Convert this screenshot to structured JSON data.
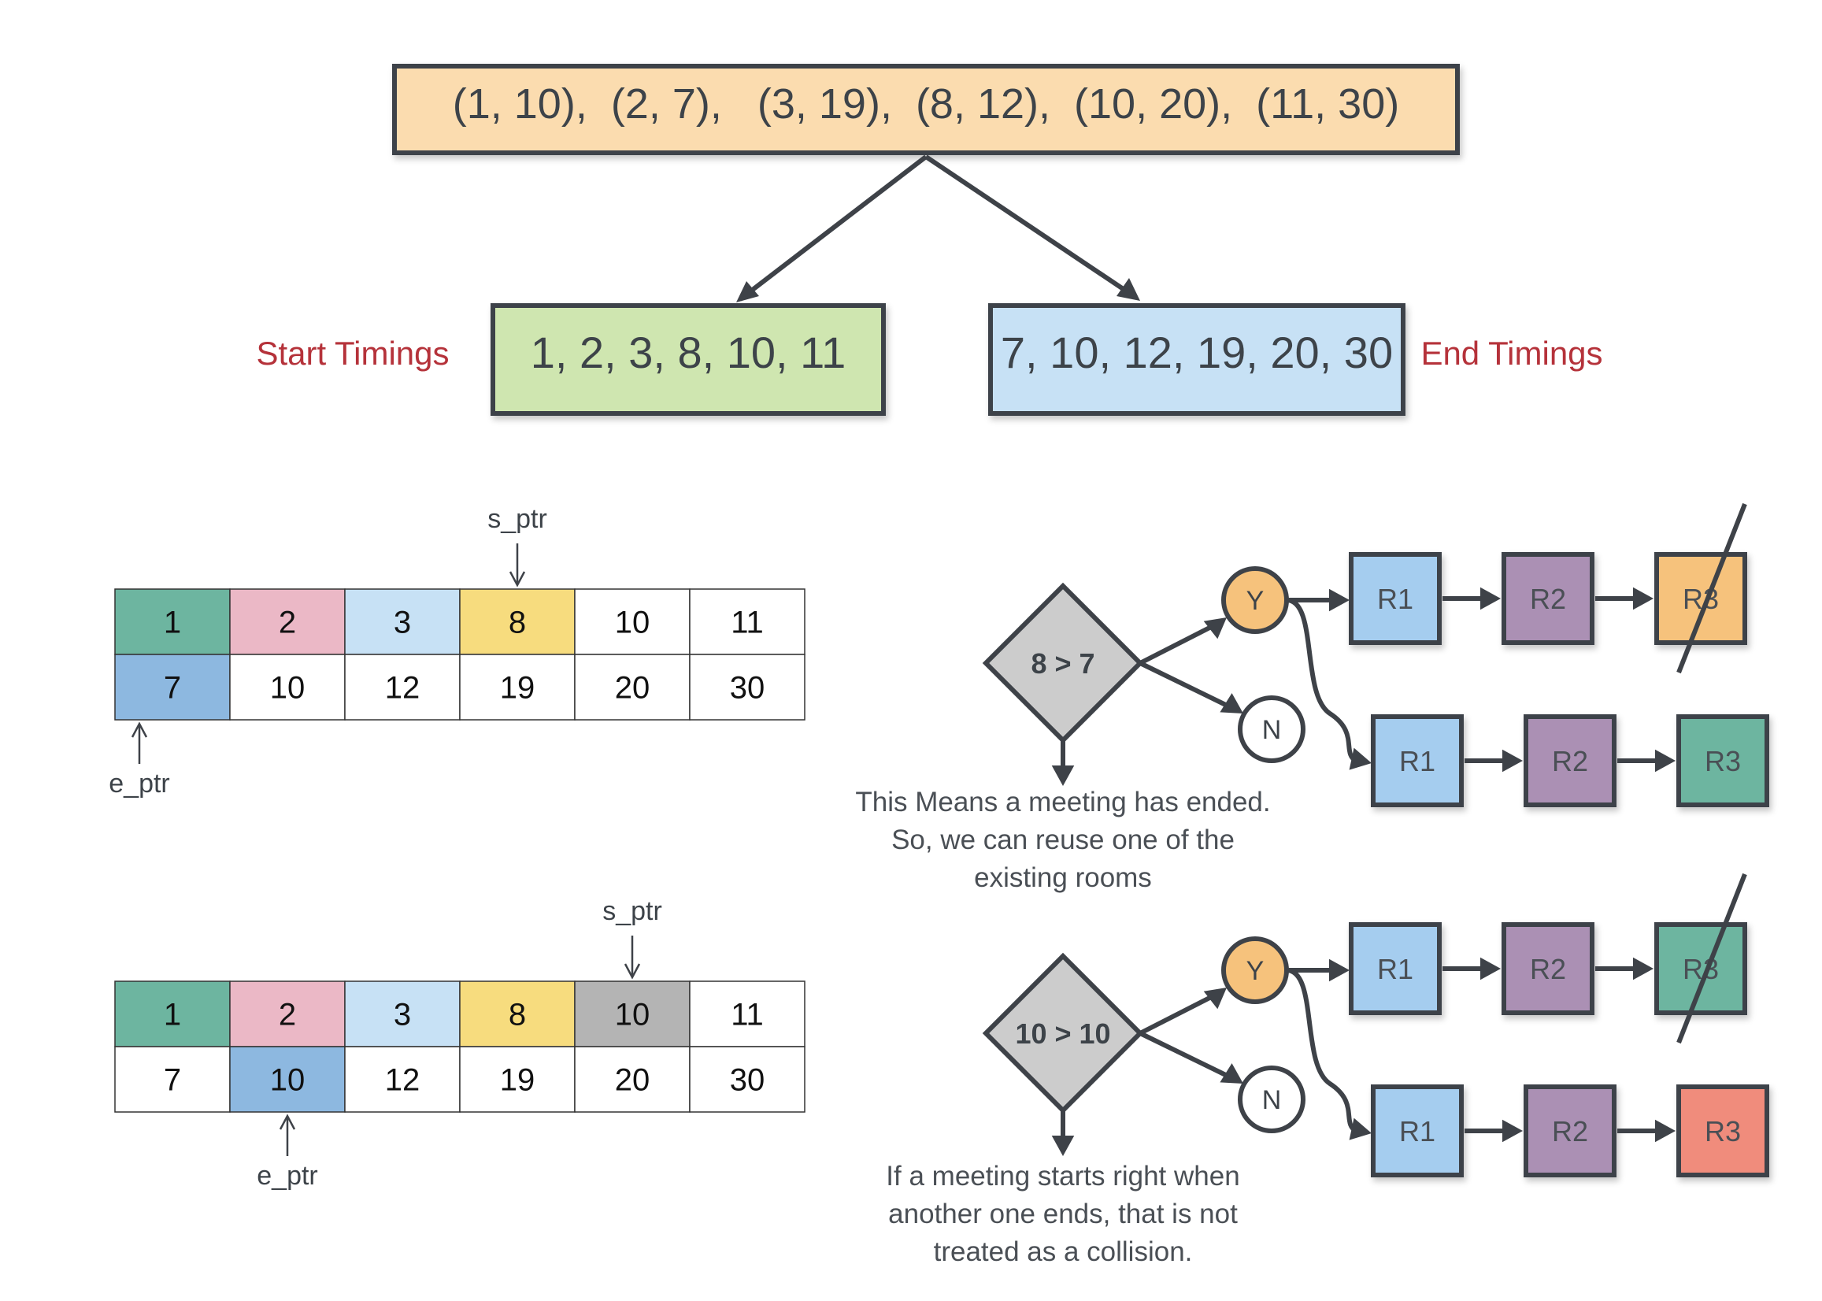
{
  "intervals_text": "(1, 10),  (2, 7),   (3, 19),  (8, 12),  (10, 20),  (11, 30)",
  "start_label": "Start Timings",
  "end_label": "End Timings",
  "start_values_text": "1, 2, 3, 8, 10, 11",
  "end_values_text": "7, 10, 12, 19, 20, 30",
  "colors": {
    "intervals_box": "#fbdcaf",
    "start_box": "#cfe6b0",
    "end_box": "#c7e1f5",
    "green": "#6db5a0",
    "pink": "#ebb8c6",
    "light_blue": "#c7e1f5",
    "yellow": "#f7dc7e",
    "blue": "#8db8e0",
    "gray": "#b4b4b4",
    "room_blue": "#a5cdef",
    "room_purple": "#ab90b4",
    "room_orange": "#f6c27c",
    "room_green": "#6db5a0",
    "room_red": "#f08c7c",
    "yes_node": "#f6c27c",
    "diamond": "#cccccc",
    "ink": "#3e4248"
  },
  "tables": [
    {
      "s_ptr_label": "s_ptr",
      "e_ptr_label": "e_ptr",
      "s_ptr_index": 3,
      "e_ptr_index": 0,
      "start_row": [
        "1",
        "2",
        "3",
        "8",
        "10",
        "11"
      ],
      "end_row": [
        "7",
        "10",
        "12",
        "19",
        "20",
        "30"
      ],
      "start_colors": [
        "green",
        "pink",
        "light_blue",
        "yellow",
        "",
        ""
      ],
      "end_colors": [
        "blue",
        "",
        "",
        "",
        "",
        ""
      ]
    },
    {
      "s_ptr_label": "s_ptr",
      "e_ptr_label": "e_ptr",
      "s_ptr_index": 4,
      "e_ptr_index": 1,
      "start_row": [
        "1",
        "2",
        "3",
        "8",
        "10",
        "11"
      ],
      "end_row": [
        "7",
        "10",
        "12",
        "19",
        "20",
        "30"
      ],
      "start_colors": [
        "green",
        "pink",
        "light_blue",
        "yellow",
        "gray",
        ""
      ],
      "end_colors": [
        "",
        "blue",
        "",
        "",
        "",
        ""
      ]
    }
  ],
  "decisions": [
    {
      "condition": "8 > 7",
      "yes": "Y",
      "no": "N",
      "note_lines": [
        "This Means a meeting has ended.",
        "So, we can reuse one of the",
        "existing rooms"
      ],
      "before_rooms": [
        {
          "label": "R1",
          "color": "room_blue"
        },
        {
          "label": "R2",
          "color": "room_purple"
        },
        {
          "label": "R3",
          "color": "room_orange",
          "struck": true
        }
      ],
      "after_rooms": [
        {
          "label": "R1",
          "color": "room_blue"
        },
        {
          "label": "R2",
          "color": "room_purple"
        },
        {
          "label": "R3",
          "color": "room_green"
        }
      ]
    },
    {
      "condition": "10 > 10",
      "yes": "Y",
      "no": "N",
      "note_lines": [
        "If a meeting starts right when",
        "another one ends, that is not",
        "treated as a collision."
      ],
      "before_rooms": [
        {
          "label": "R1",
          "color": "room_blue"
        },
        {
          "label": "R2",
          "color": "room_purple"
        },
        {
          "label": "R3",
          "color": "room_green",
          "struck": true
        }
      ],
      "after_rooms": [
        {
          "label": "R1",
          "color": "room_blue"
        },
        {
          "label": "R2",
          "color": "room_purple"
        },
        {
          "label": "R3",
          "color": "room_red"
        }
      ]
    }
  ]
}
